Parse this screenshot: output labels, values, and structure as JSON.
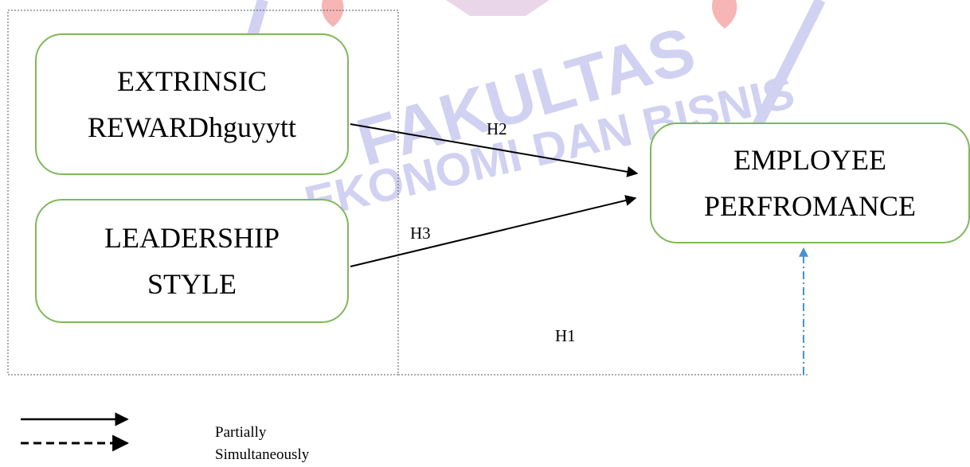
{
  "diagram": {
    "boxes": {
      "extrinsic": {
        "line1": "EXTRINSIC",
        "line2": "REWARDhguyytt"
      },
      "leadership": {
        "line1": "LEADERSHIP",
        "line2": "STYLE"
      },
      "employee": {
        "line1": "EMPLOYEE",
        "line2": "PERFROMANCE"
      }
    },
    "hypotheses": {
      "h1": "H1",
      "h2": "H2",
      "h3": "H3"
    },
    "legend": {
      "partial": "Partially",
      "simultaneous": "Simultaneously"
    },
    "watermark": {
      "text_line1": "FAKULTAS",
      "text_line2": "EKONOMI DAN BISNIS",
      "color": "#c9c9f0",
      "accent": "#f6a9a9"
    },
    "colors": {
      "box_border": "#7fb85a",
      "arrow": "#000000",
      "dashed_arrow": "#4a90d0",
      "frame": "#555555"
    }
  }
}
